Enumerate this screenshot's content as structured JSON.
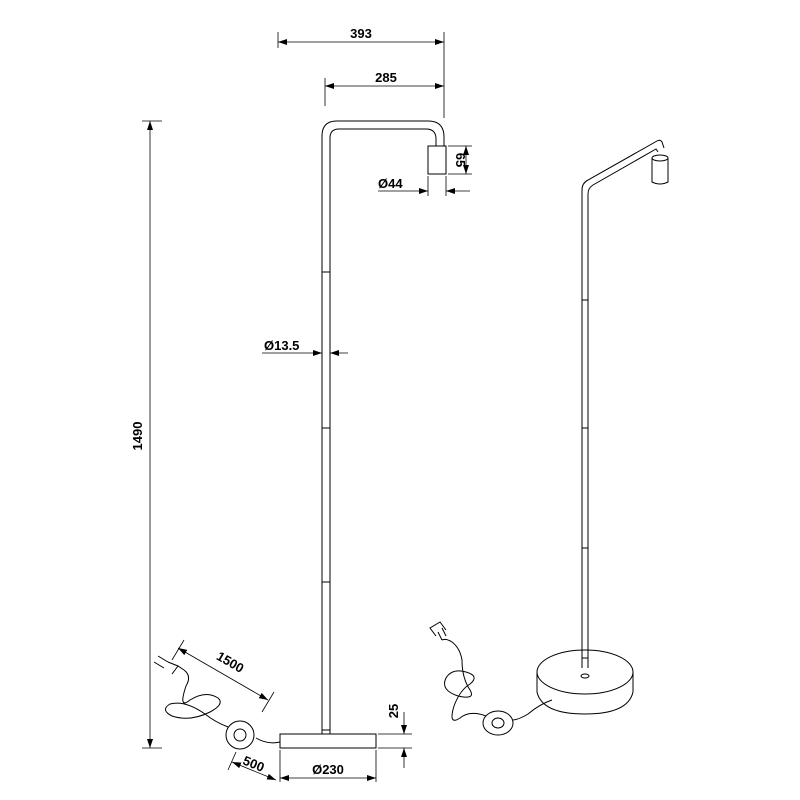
{
  "dimensions": {
    "total_width": "393",
    "arm_reach": "285",
    "socket_height": "65",
    "socket_diameter": "Ø44",
    "pole_diameter": "Ø13.5",
    "total_height": "1490",
    "cable_length": "1500",
    "base_height": "25",
    "switch_distance": "500",
    "base_diameter": "Ø230"
  },
  "colors": {
    "line": "#000000",
    "background": "#ffffff"
  }
}
